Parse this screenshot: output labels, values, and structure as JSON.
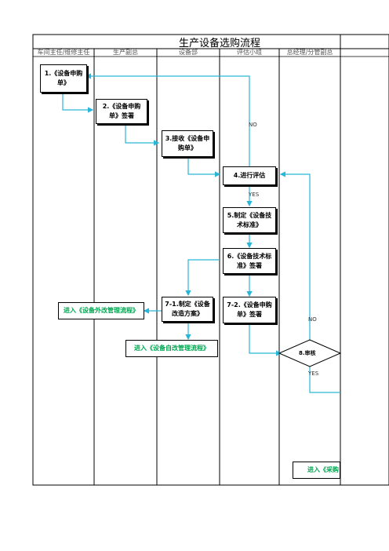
{
  "title": "生产设备选购流程",
  "columns": [
    "车间主任/维修主任",
    "生产副总",
    "设备部",
    "评估小组",
    "总经理/分管副总"
  ],
  "steps": {
    "s1": "1.《设备申购单》",
    "s2": "2.《设备申购单》签署",
    "s3": "3.接收《设备申购单》",
    "s4": "4.进行评估",
    "s5": "5.制定《设备技术标准》",
    "s6": "6.《设备技术标准》签署",
    "s71": "7-1.制定《设备改造方案》",
    "s72": "7-2.《设备申购单》签署",
    "s8": "8.审核"
  },
  "links": {
    "external": "进入《设备外改管理流程》",
    "self": "进入《设备自改管理流程》",
    "purchase": "进入《采购"
  },
  "labels": {
    "no": "NO",
    "yes": "YES"
  },
  "colors": {
    "connector": "#29b6d8",
    "link_text": "#00a650",
    "border": "#000000"
  }
}
